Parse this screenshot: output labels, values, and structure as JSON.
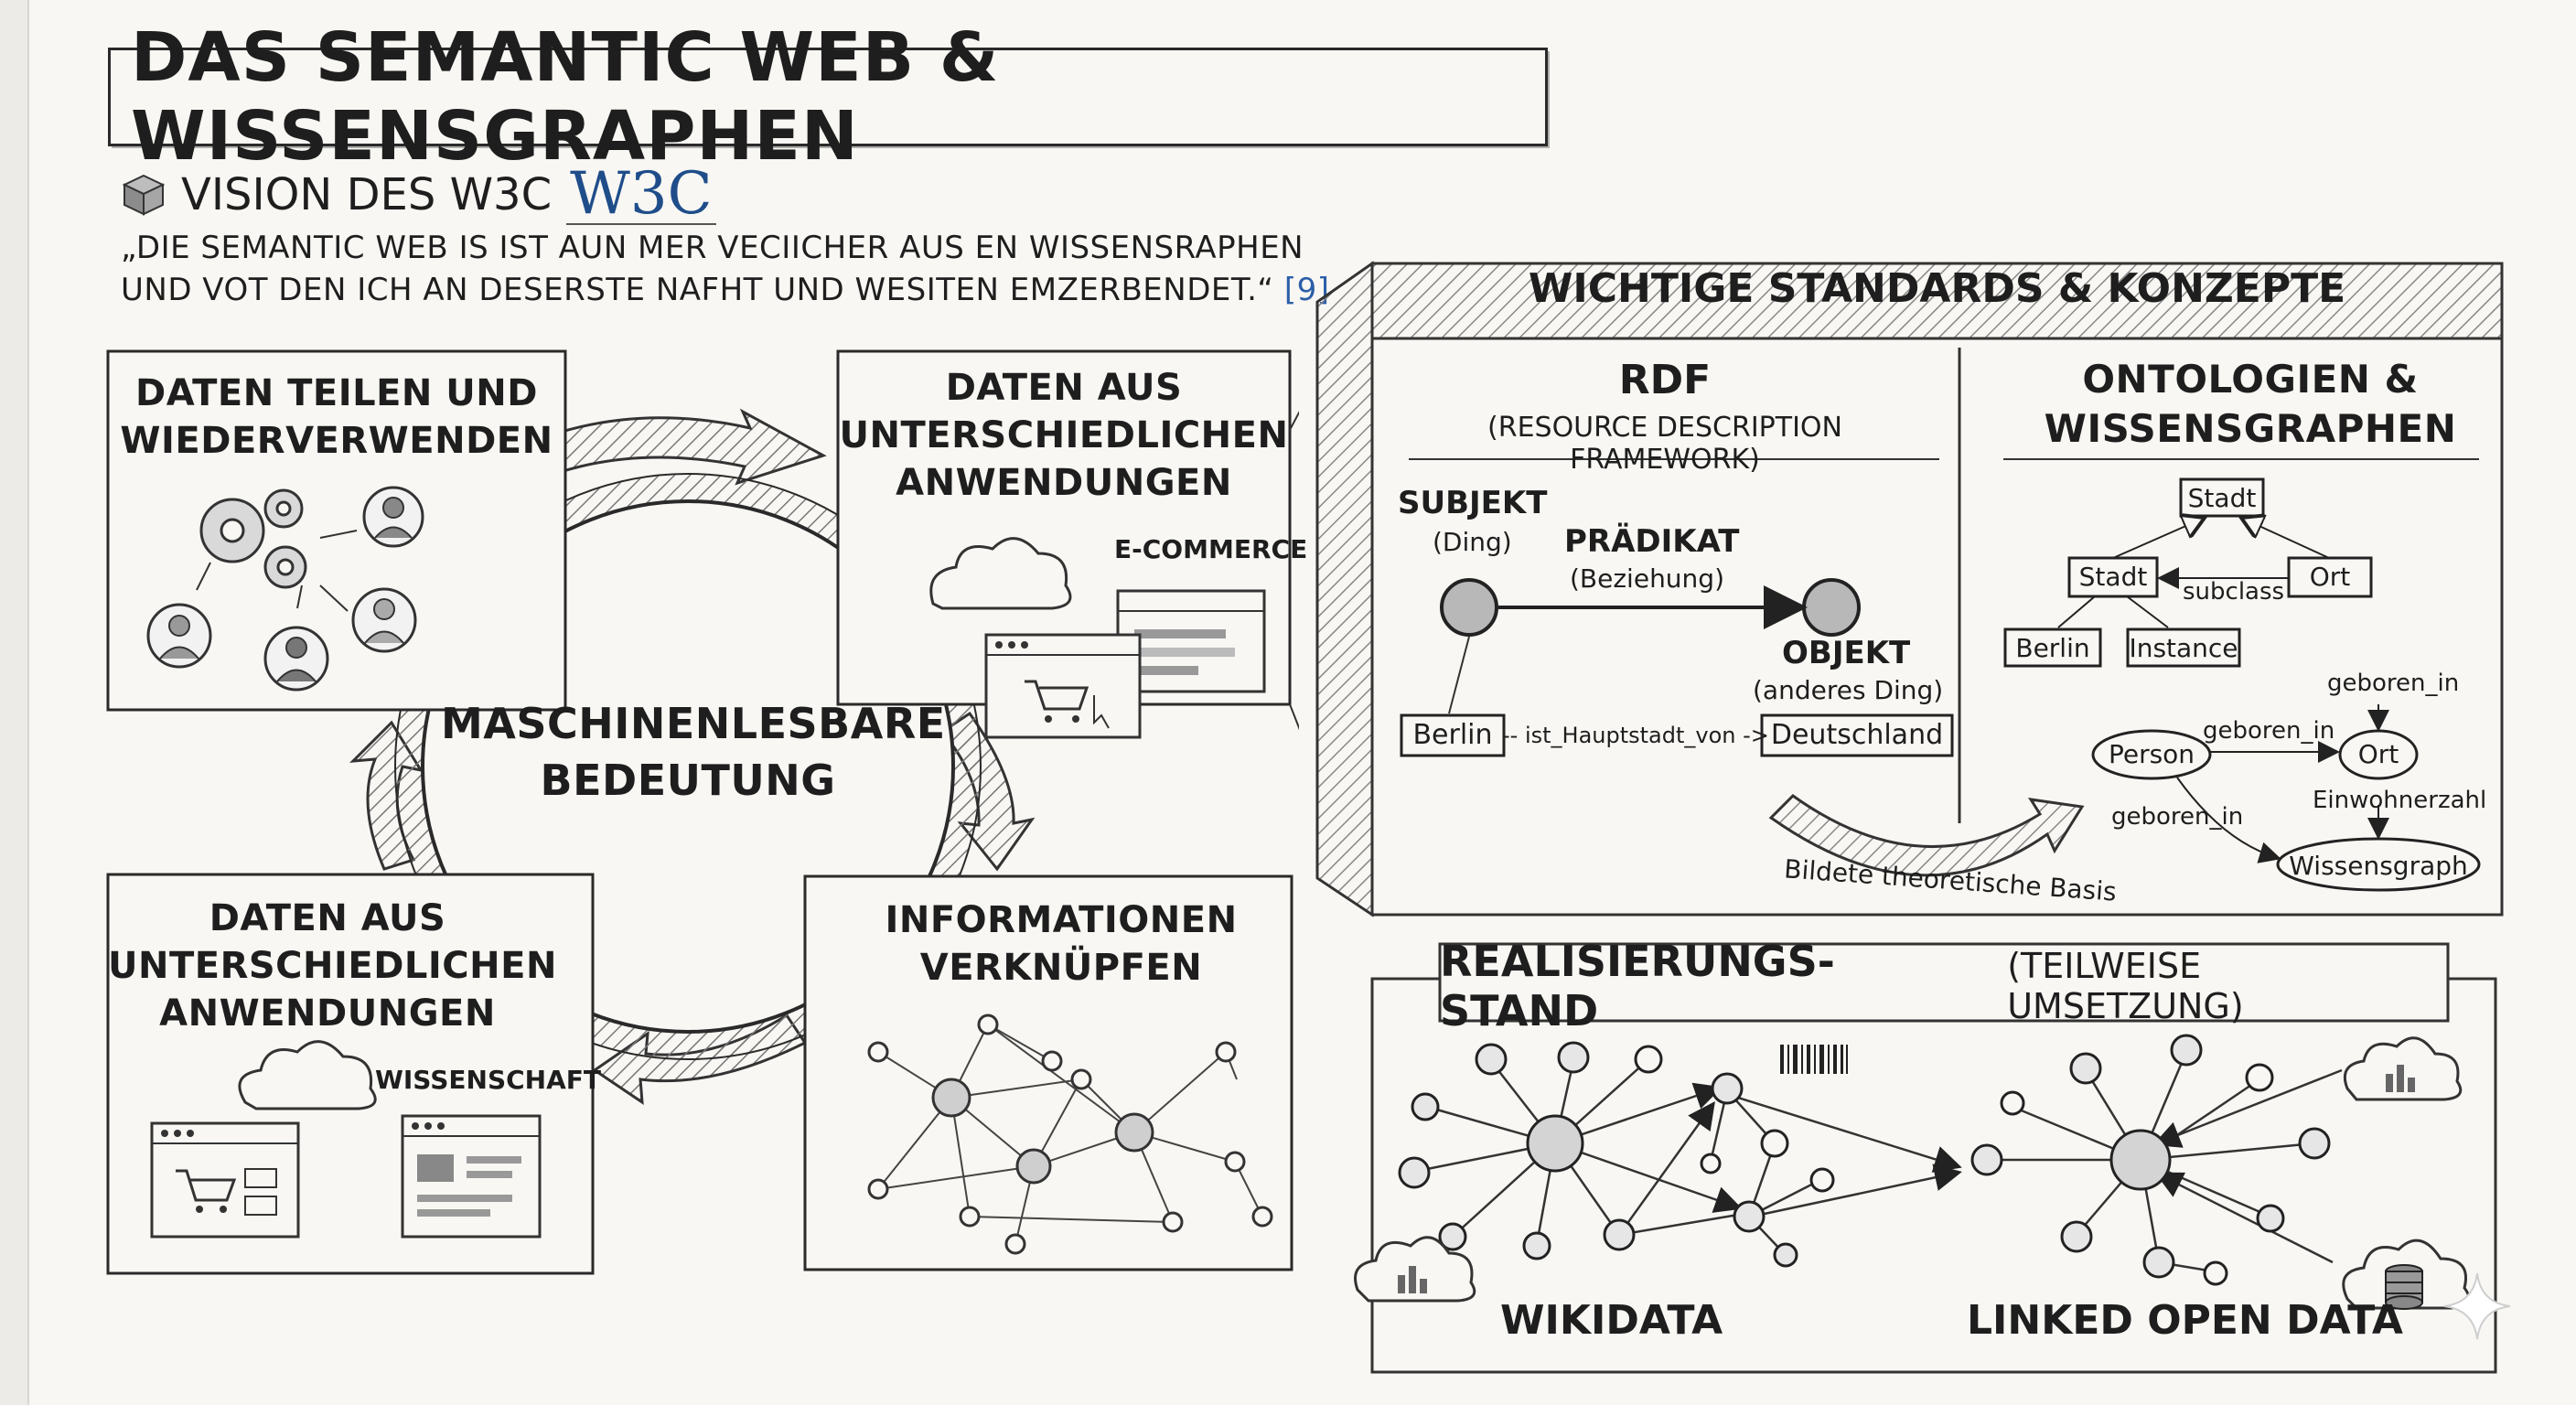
{
  "title": "DAS SEMANTIC WEB & WISSENSGRAPHEN",
  "vision": {
    "heading": "VISION DES W3C",
    "logo": "W3C",
    "quote_line1": "„DIE SEMANTIC WEB IS IST AUN MER VECIICHER AUS EN WISSENSRAPHEN",
    "quote_line2": "UND VOT DEN ICH AN DESERSTE NAFHT UND WESITEN EMZERBENDET.“",
    "ref": "[9]"
  },
  "cycle": {
    "center_line1": "MASCHINENLESBARE",
    "center_line2": "BEDEUTUNG",
    "top_left_line1": "DATEN TEILEN UND",
    "top_left_line2": "WIEDERVERWENDEN",
    "top_right_line1": "DATEN AUS",
    "top_right_line2": "UNTERSCHIEDLICHEN",
    "top_right_line3": "ANWENDUNGEN",
    "top_right_tag": "E-COMMERCE",
    "bottom_left_line1": "DATEN AUS",
    "bottom_left_line2": "UNTERSCHIEDLICHEN",
    "bottom_left_line3": "ANWENDUNGEN",
    "bottom_left_tag": "WISSENSCHAFT",
    "bottom_right_line1": "INFORMATIONEN",
    "bottom_right_line2": "VERKNÜPFEN"
  },
  "standards": {
    "heading": "WICHTIGE STANDARDS & KONZEPTE",
    "rdf": {
      "title": "RDF",
      "subtitle": "(RESOURCE DESCRIPTION FRAMEWORK)",
      "subject": "SUBJEKT",
      "subject_sub": "(Ding)",
      "predicate": "PRÄDIKAT",
      "predicate_sub": "(Beziehung)",
      "object": "OBJEKT",
      "object_sub": "(anderes Ding)",
      "ex_subject": "Berlin",
      "ex_predicate": "-- ist_Hauptstadt_von ->",
      "ex_object": "Deutschland",
      "basis": "Bildete theoretische Basis"
    },
    "ontology": {
      "title_line1": "ONTOLOGIEN &",
      "title_line2": "WISSENSGRAPHEN",
      "node_stadt_top": "Stadt",
      "node_stadt": "Stadt",
      "node_ort_top": "Ort",
      "subclass": "subclass",
      "node_berlin": "Berlin",
      "node_instance": "Instance",
      "node_person": "Person",
      "node_ort": "Ort",
      "node_wissensgraph": "Wissensgraph",
      "edge_geboren_in_1": "geboren_in",
      "edge_geboren_in_2": "geboren_in",
      "edge_geboren_in_3": "geboren_in",
      "edge_einwohnerzahl": "Einwohnerzahl"
    }
  },
  "realisation": {
    "heading": "REALISIERUNGS-STAND",
    "heading_sub": "(TEILWEISE UMSETZUNG)",
    "left_label": "WIKIDATA",
    "right_label": "LINKED OPEN DATA"
  }
}
